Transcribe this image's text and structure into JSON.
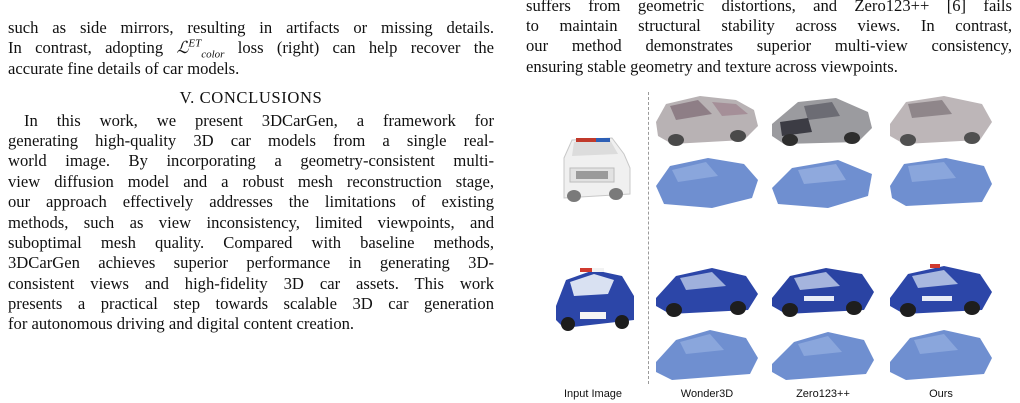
{
  "left_col": {
    "top_fragment": "",
    "para1_line1": "such as side mirrors, resulting in artifacts or missing details.",
    "para1_line2_pre": "In contrast, adopting ",
    "para1_math": "ℒ",
    "para1_sup": "ET",
    "para1_sub": "color",
    "para1_line2_post": " loss (right) can help recover the",
    "para1_line3": "accurate fine details of car models.",
    "section_heading": "V. CONCLUSIONS",
    "conclusion_lines": [
      "In this work, we present 3DCarGen, a framework for",
      "generating high-quality 3D car models from a single real-",
      "world image. By incorporating a geometry-consistent multi-",
      "view diffusion model and a robust mesh reconstruction stage,",
      "our approach effectively addresses the limitations of existing",
      "methods, such as view inconsistency, limited viewpoints, and",
      "suboptimal mesh quality. Compared with baseline methods,",
      "3DCarGen achieves superior performance in generating 3D-",
      "consistent views and high-fidelity 3D car assets. This work",
      "presents a practical step towards scalable 3D car generation",
      "for autonomous driving and digital content creation."
    ]
  },
  "right_col": {
    "top_fragment": "suffers from geometric distortions, and Zero123++ [6] fails",
    "lines": [
      "to maintain structural stability across views. In contrast,",
      "our method demonstrates superior multi-view consistency,",
      "ensuring stable geometry and texture across viewpoints."
    ]
  },
  "figure": {
    "captions": [
      "Input Image",
      "Wonder3D",
      "Zero123++",
      "Ours"
    ],
    "colors": {
      "mesh_blue": "#6f8fd0",
      "truck_gray": "#b8b2b4",
      "police_blue": "#2c46a8",
      "input_white": "#f0f0f0",
      "divider": "#9a9a9a"
    }
  }
}
